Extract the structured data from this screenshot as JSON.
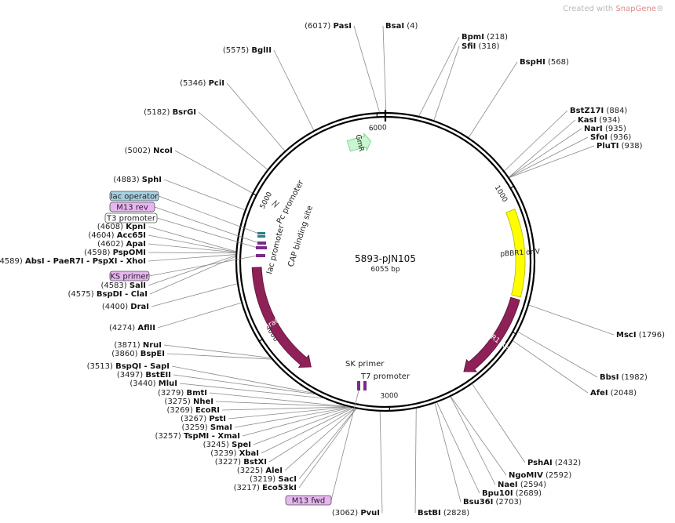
{
  "watermark": {
    "prefix": "Created with ",
    "brand": "SnapGene",
    "mark": "®"
  },
  "plasmid": {
    "name": "5893-pJN105",
    "length_bp": 6055,
    "length_label": "6055 bp"
  },
  "ticks": [
    {
      "pos": 1000,
      "label": "1000"
    },
    {
      "pos": 2000,
      "label": "2000"
    },
    {
      "pos": 3000,
      "label": "3000"
    },
    {
      "pos": 4000,
      "label": "4000"
    },
    {
      "pos": 5000,
      "label": "5000"
    },
    {
      "pos": 6000,
      "label": "6000"
    }
  ],
  "features": [
    {
      "name": "GmR",
      "start": 5760,
      "end": 5940,
      "color": "#c9f5cf",
      "stroke": "#78c98a",
      "dir": 1,
      "textColor": "#333"
    },
    {
      "name": "pBBR1 oriV",
      "start": 1140,
      "end": 1760,
      "color": "#ffff00",
      "stroke": "#b5b500",
      "dir": 0,
      "textColor": "#333"
    },
    {
      "name": "pBBR1 Rep",
      "start": 1780,
      "end": 2430,
      "color": "#8e2157",
      "stroke": "#5c1236",
      "dir": 1,
      "textColor": "#fff"
    },
    {
      "name": "araC",
      "start": 3620,
      "end": 4500,
      "color": "#8e2157",
      "stroke": "#5c1236",
      "dir": -1,
      "textColor": "#fff"
    }
  ],
  "inner_labels": [
    {
      "text": "Pc promoter"
    },
    {
      "text": "CAP binding site"
    },
    {
      "text": "lac promoter"
    },
    {
      "text": "SK primer"
    },
    {
      "text": "T7 promoter"
    }
  ],
  "sites": [
    {
      "name": "PasI",
      "pos": "(6017)"
    },
    {
      "name": "BsaI",
      "pos": "(4)"
    },
    {
      "name": "BpmI",
      "pos": "(218)"
    },
    {
      "name": "SfiI",
      "pos": "(318)"
    },
    {
      "name": "BspHI",
      "pos": "(568)"
    },
    {
      "name": "BstZ17I",
      "pos": "(884)"
    },
    {
      "name": "KasI",
      "pos": "(934)"
    },
    {
      "name": "NarI",
      "pos": "(935)"
    },
    {
      "name": "SfoI",
      "pos": "(936)"
    },
    {
      "name": "PluTI",
      "pos": "(938)"
    },
    {
      "name": "MscI",
      "pos": "(1796)"
    },
    {
      "name": "BbsI",
      "pos": "(1982)"
    },
    {
      "name": "AfeI",
      "pos": "(2048)"
    },
    {
      "name": "PshAI",
      "pos": "(2432)"
    },
    {
      "name": "NgoMIV",
      "pos": "(2592)"
    },
    {
      "name": "NaeI",
      "pos": "(2594)"
    },
    {
      "name": "Bpu10I",
      "pos": "(2689)"
    },
    {
      "name": "Bsu36I",
      "pos": "(2703)"
    },
    {
      "name": "BstBI",
      "pos": "(2828)"
    },
    {
      "name": "PvuI",
      "pos": "(3062)"
    },
    {
      "name": "Eco53kI",
      "pos": "(3217)"
    },
    {
      "name": "SacI",
      "pos": "(3219)"
    },
    {
      "name": "AleI",
      "pos": "(3225)"
    },
    {
      "name": "BstXI",
      "pos": "(3227)"
    },
    {
      "name": "XbaI",
      "pos": "(3239)"
    },
    {
      "name": "SpeI",
      "pos": "(3245)"
    },
    {
      "name": "TspMI - XmaI",
      "pos": "(3257)"
    },
    {
      "name": "SmaI",
      "pos": "(3259)"
    },
    {
      "name": "PstI",
      "pos": "(3267)"
    },
    {
      "name": "EcoRI",
      "pos": "(3269)"
    },
    {
      "name": "NheI",
      "pos": "(3275)"
    },
    {
      "name": "BmtI",
      "pos": "(3279)"
    },
    {
      "name": "MluI",
      "pos": "(3440)"
    },
    {
      "name": "BstEII",
      "pos": "(3497)"
    },
    {
      "name": "BspQI - SapI",
      "pos": "(3513)"
    },
    {
      "name": "BspEI",
      "pos": "(3860)"
    },
    {
      "name": "NruI",
      "pos": "(3871)"
    },
    {
      "name": "AflII",
      "pos": "(4274)"
    },
    {
      "name": "DraI",
      "pos": "(4400)"
    },
    {
      "name": "BspDI - ClaI",
      "pos": "(4575)"
    },
    {
      "name": "SalI",
      "pos": "(4583)"
    },
    {
      "name": "AbsI - PaeR7I - PspXI - XhoI",
      "pos": "(4589)"
    },
    {
      "name": "PspOMI",
      "pos": "(4598)"
    },
    {
      "name": "ApaI",
      "pos": "(4602)"
    },
    {
      "name": "Acc65I",
      "pos": "(4604)"
    },
    {
      "name": "KpnI",
      "pos": "(4608)"
    },
    {
      "name": "SphI",
      "pos": "(4883)"
    },
    {
      "name": "NcoI",
      "pos": "(5002)"
    },
    {
      "name": "BsrGI",
      "pos": "(5182)"
    },
    {
      "name": "PciI",
      "pos": "(5346)"
    },
    {
      "name": "BglII",
      "pos": "(5575)"
    }
  ],
  "tags": [
    {
      "text": "lac operator",
      "fill": "#a6cfe0"
    },
    {
      "text": "M13 rev",
      "fill": "#e7b5f0"
    },
    {
      "text": "T3 promoter",
      "fill": "#ffffff"
    },
    {
      "text": "KS primer",
      "fill": "#e7b5f0"
    },
    {
      "text": "M13 fwd",
      "fill": "#e7b5f0"
    }
  ]
}
